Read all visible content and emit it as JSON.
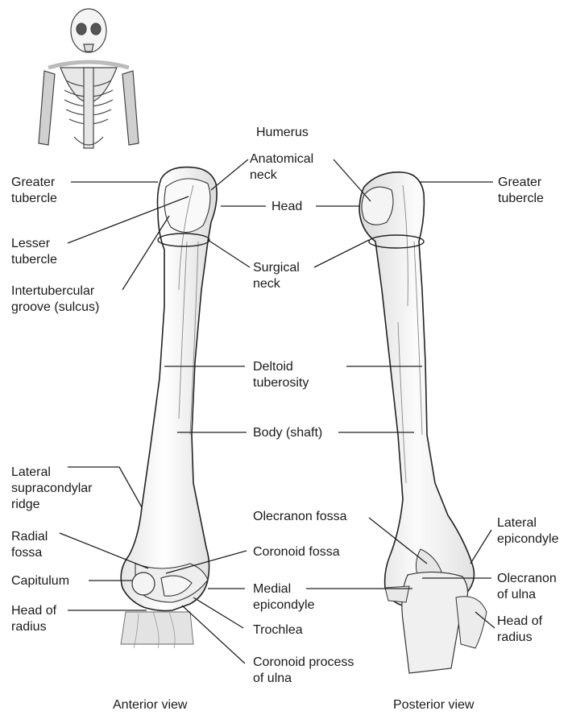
{
  "title": "Humerus",
  "views": {
    "anterior": "Anterior view",
    "posterior": "Posterior view"
  },
  "labels": {
    "greater_tubercle_left": [
      "Greater",
      "tubercle"
    ],
    "lesser_tubercle": [
      "Lesser",
      "tubercle"
    ],
    "intertubercular_groove": [
      "Intertubercular",
      "groove (sulcus)"
    ],
    "anatomical_neck": [
      "Anatomical",
      "neck"
    ],
    "head": [
      "Head"
    ],
    "surgical_neck": [
      "Surgical",
      "neck"
    ],
    "greater_tubercle_right": [
      "Greater",
      "tubercle"
    ],
    "deltoid_tuberosity": [
      "Deltoid",
      "tuberosity"
    ],
    "body_shaft": [
      "Body (shaft)"
    ],
    "lateral_supracondylar_ridge": [
      "Lateral",
      "supracondylar",
      "ridge"
    ],
    "radial_fossa": [
      "Radial",
      "fossa"
    ],
    "capitulum": [
      "Capitulum"
    ],
    "head_of_radius_left": [
      "Head of",
      "radius"
    ],
    "coronoid_fossa": [
      "Coronoid fossa"
    ],
    "medial_epicondyle": [
      "Medial",
      "epicondyle"
    ],
    "trochlea": [
      "Trochlea"
    ],
    "coronoid_process": [
      "Coronoid process",
      "of ulna"
    ],
    "olecranon_fossa": [
      "Olecranon fossa"
    ],
    "lateral_epicondyle": [
      "Lateral",
      "epicondyle"
    ],
    "olecranon_of_ulna": [
      "Olecranon",
      "of ulna"
    ],
    "head_of_radius_right": [
      "Head of",
      "radius"
    ]
  }
}
